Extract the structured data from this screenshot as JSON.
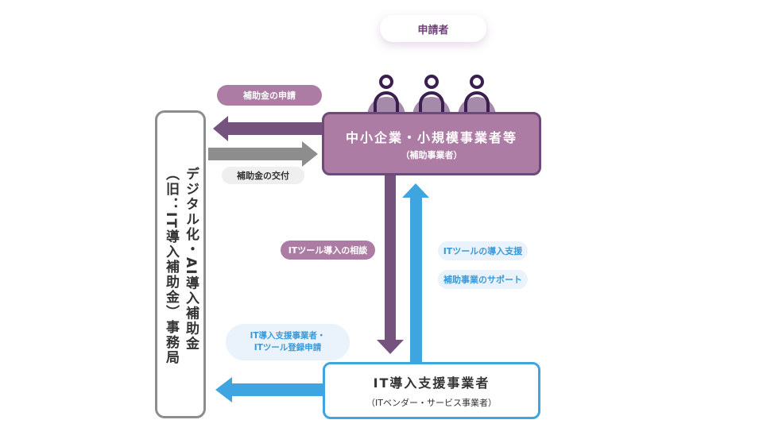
{
  "applicant_label": "申請者",
  "sme": {
    "title": "中小企業・小規模事業者等",
    "subtitle": "（補助事業者）"
  },
  "office": {
    "line1": "デジタル化・AI導入補助金",
    "line2": "（旧：IT導入補助金）事務局"
  },
  "vendor": {
    "title": "IT導入支援事業者",
    "subtitle": "（ITベンダー・サービス事業者）"
  },
  "labels": {
    "apply": "補助金の申請",
    "grant": "補助金の交付",
    "consult": "ITツール導入の相談",
    "tool_support": "ITツールの導入支援",
    "subsidy_support": "補助事業のサポート",
    "register_line1": "IT導入支援事業者・",
    "register_line2": "ITツール登録申請"
  },
  "colors": {
    "purple_dark": "#76527f",
    "purple_fill": "#ad7ca4",
    "gray_arrow": "#8d8d8d",
    "blue": "#3fa5e0",
    "person_stroke": "#3a1e4f"
  }
}
